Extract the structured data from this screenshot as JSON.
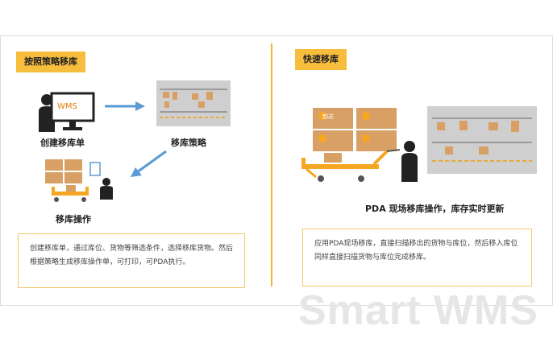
{
  "left_panel": {
    "tag": "按照策略移库",
    "monitor_text": "WMS",
    "step1_label": "创建移库单",
    "step2_label": "移库策略",
    "step3_label": "移库操作",
    "description": "创建移库单，通过库位、货物等筛选条件，选择移库货物。然后根据策略生成移库操作单，可打印，可PDA执行。"
  },
  "right_panel": {
    "tag": "快速移库",
    "box_logo_text": "韵达",
    "caption": "PDA 现场移库操作，库存实时更新",
    "description": "应用PDA现场移库，直接扫描移出的货物与库位，然后移入库位同样直接扫描货物与库位完成移库。"
  },
  "watermark": "Smart WMS",
  "colors": {
    "accent": "#f7bd3d",
    "arrow": "#5b9bd5",
    "cart": "#f5a623",
    "box": "#d9a066"
  }
}
